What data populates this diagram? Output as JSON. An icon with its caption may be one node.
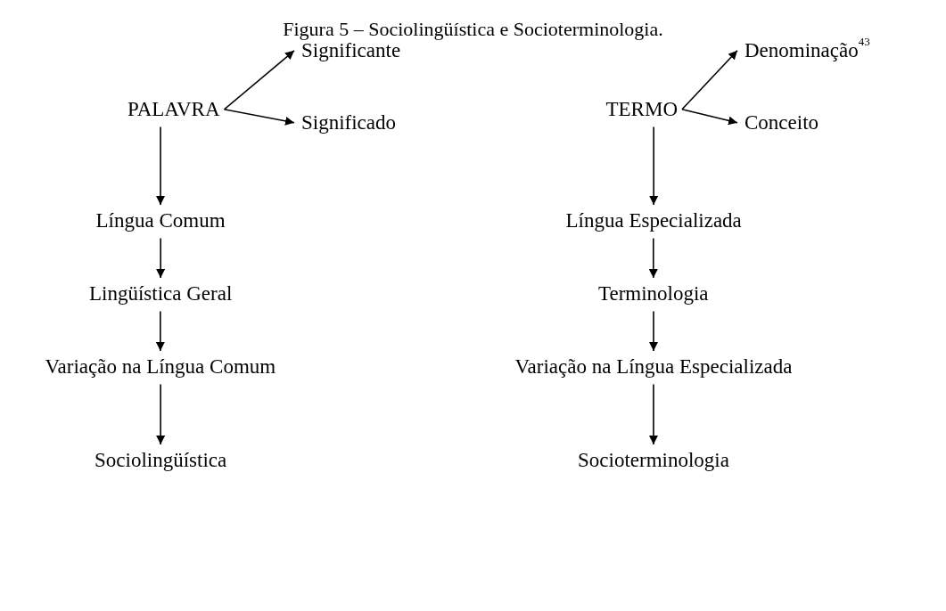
{
  "diagram": {
    "title": "Figura 5 – Sociolingüística e Socioterminologia.",
    "nodes": [
      {
        "text": [
          "PALAVRA"
        ]
      },
      {
        "text": [
          "Significante"
        ]
      },
      {
        "text": [
          "Significado"
        ]
      },
      {
        "text": [
          "Língua Comum"
        ]
      },
      {
        "text": [
          "Lingüística Geral"
        ]
      },
      {
        "text": [
          "Variação na Língua Comum"
        ]
      },
      {
        "text": [
          "Sociolingüística"
        ]
      },
      {
        "text": [
          "TERMO"
        ]
      },
      {
        "text": [
          "Denominação$^{43}$"
        ]
      },
      {
        "text": [
          "Conceito"
        ]
      },
      {
        "text": [
          "Língua Especializada"
        ]
      },
      {
        "text": [
          "Terminologia"
        ]
      },
      {
        "text": [
          "Variação na Língua Especializada"
        ]
      },
      {
        "text": [
          "Socioterminologia"
        ]
      }
    ],
    "edges": [
      {
        "from": 0,
        "to": 1,
        "arrow": "to"
      },
      {
        "from": 0,
        "to": 2,
        "arrow": "to"
      },
      {
        "from": 0,
        "to": 3,
        "arrow": "to"
      },
      {
        "from": 3,
        "to": 4,
        "arrow": "to"
      },
      {
        "from": 4,
        "to": 5,
        "arrow": "to"
      },
      {
        "from": 5,
        "to": 6,
        "arrow": "to"
      },
      {
        "from": 7,
        "to": 8,
        "arrow": "to"
      },
      {
        "from": 7,
        "to": 9,
        "arrow": "to"
      },
      {
        "from": 7,
        "to": 10,
        "arrow": "to"
      },
      {
        "from": 10,
        "to": 11,
        "arrow": "to"
      },
      {
        "from": 11,
        "to": 12,
        "arrow": "to"
      },
      {
        "from": 12,
        "to": 13,
        "arrow": "to"
      }
    ]
  }
}
